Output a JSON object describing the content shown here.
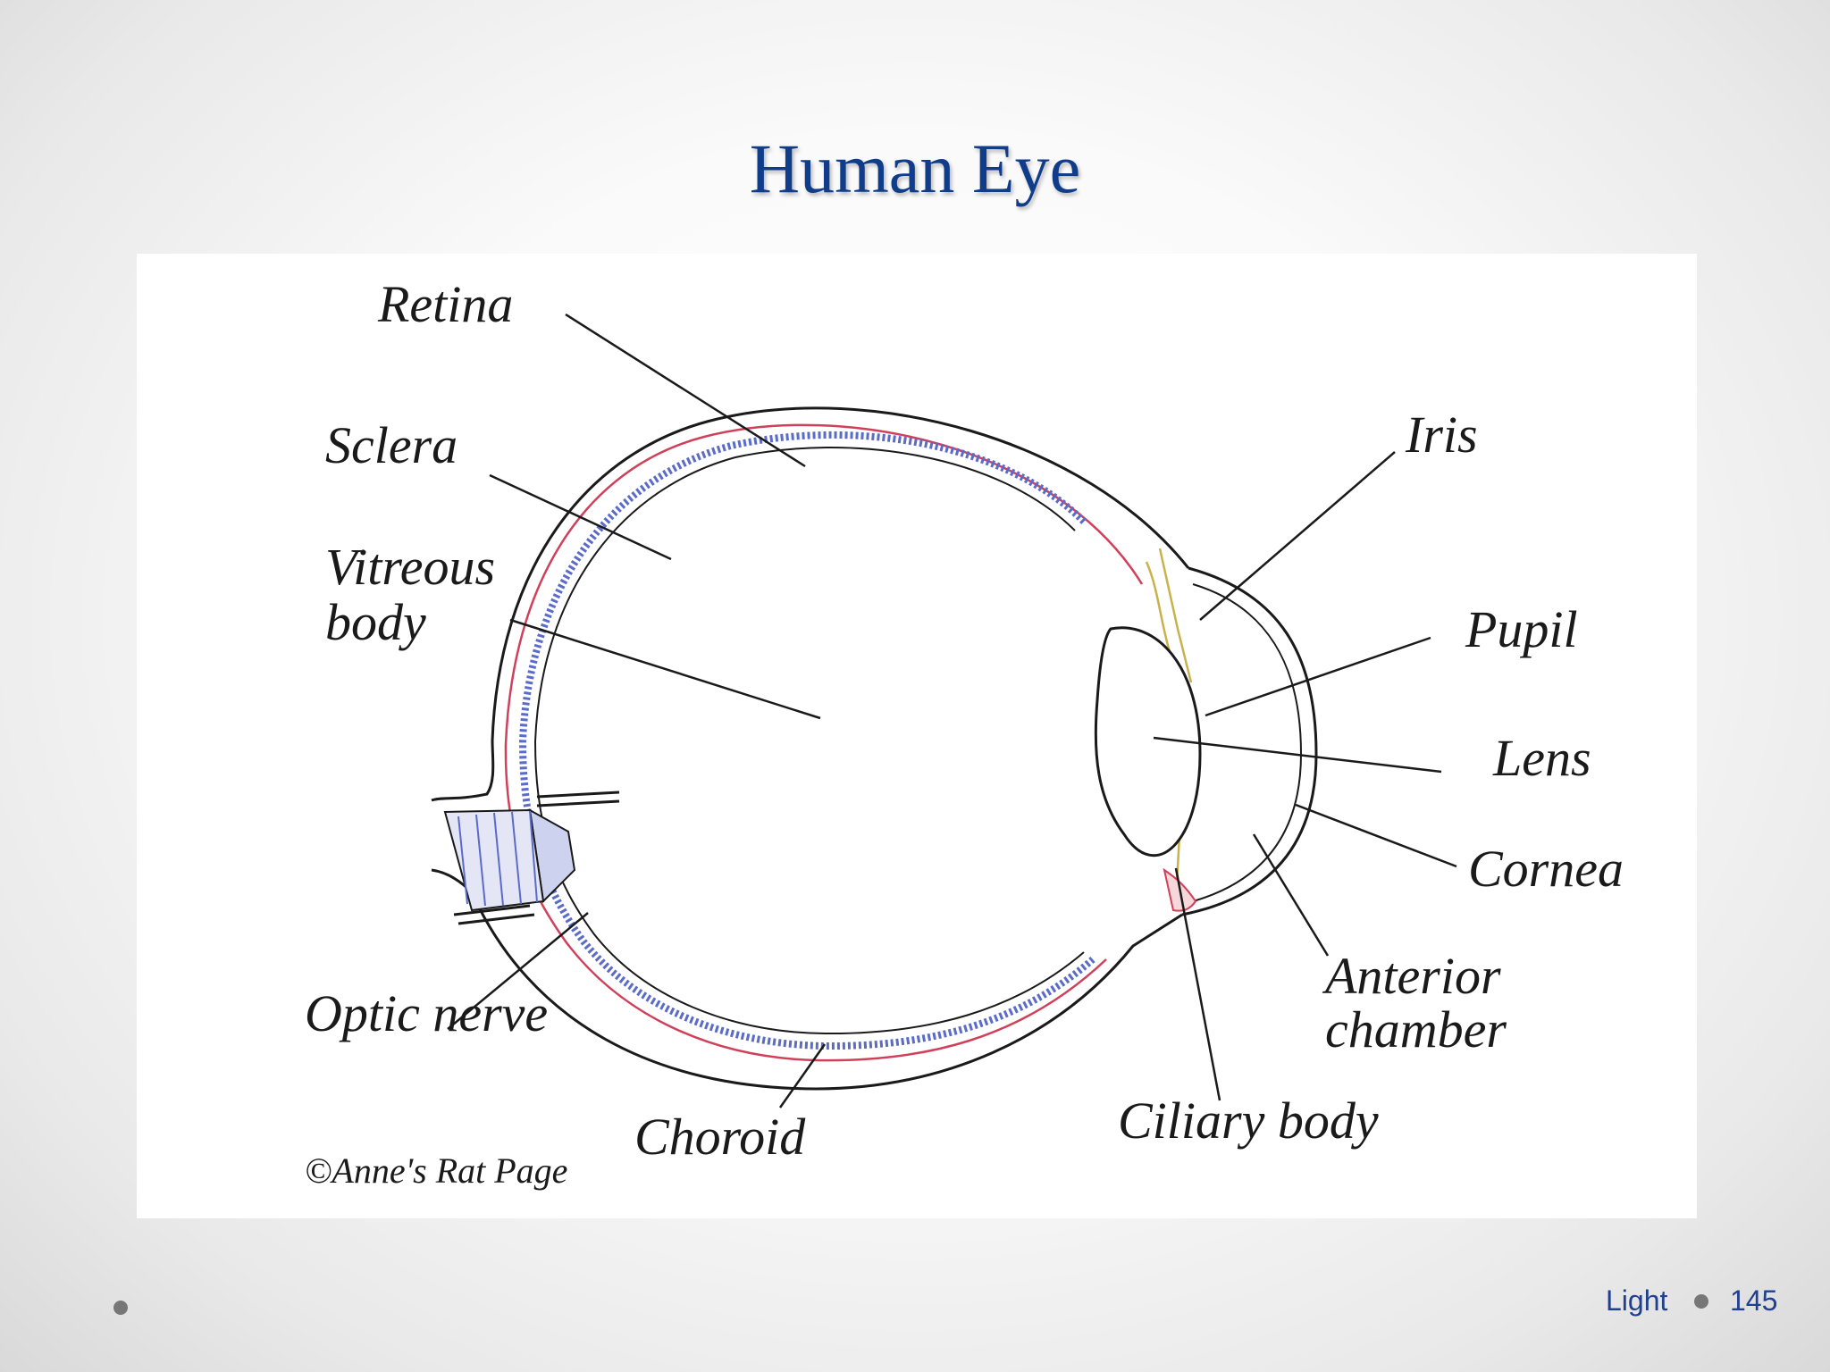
{
  "title": "Human Eye",
  "diagram": {
    "labels": {
      "retina": "Retina",
      "sclera": "Sclera",
      "vitreous_1": "Vitreous",
      "vitreous_2": "body",
      "optic_nerve": "Optic nerve",
      "choroid": "Choroid",
      "iris": "Iris",
      "pupil": "Pupil",
      "lens": "Lens",
      "cornea": "Cornea",
      "anterior_1": "Anterior",
      "anterior_2": "chamber",
      "ciliary_body": "Ciliary body"
    },
    "copyright": "©Anne's Rat Page",
    "colors": {
      "outline": "#1a1a1a",
      "choroid_line": "#d0405a",
      "retina_line": "#5b6bc9",
      "iris_line": "#c9b24a"
    }
  },
  "footer": {
    "section": "Light",
    "page_number": "145"
  }
}
